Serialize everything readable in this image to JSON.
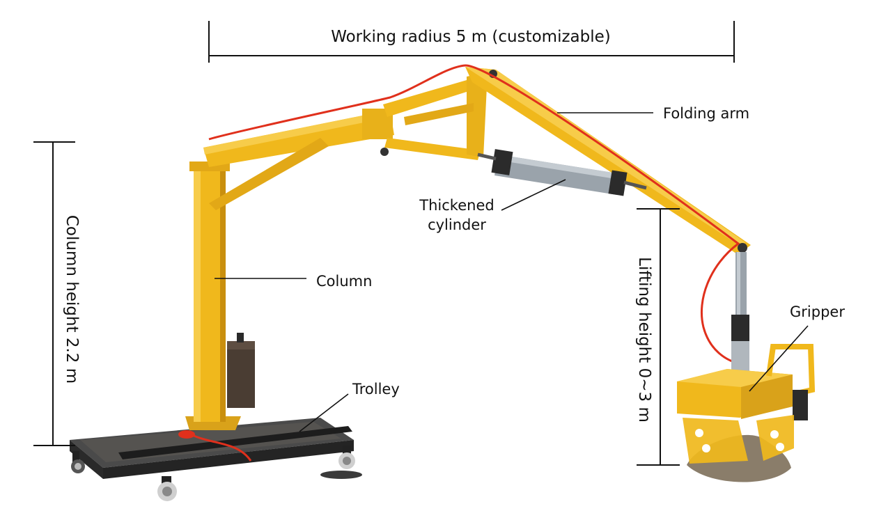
{
  "labels": {
    "working_radius": "Working radius 5 m (customizable)",
    "folding_arm": "Folding arm",
    "thickened_cylinder_line1": "Thickened",
    "thickened_cylinder_line2": "cylinder",
    "column": "Column",
    "column_height": "Column height 2.2 m",
    "lifting_height": "Lifting height 0~3 m",
    "gripper": "Gripper",
    "trolley": "Trolley"
  },
  "colors": {
    "machine_yellow": "#f0b81c",
    "machine_yellow_dark": "#c98f0e",
    "hose_red": "#e0301c",
    "trolley_dark": "#2f2f2f",
    "cylinder_gray": "#9aa3ab",
    "sandbag": "#8a7d6a",
    "counterweight": "#4a3d33"
  },
  "icons": [
    "crane-illustration"
  ]
}
